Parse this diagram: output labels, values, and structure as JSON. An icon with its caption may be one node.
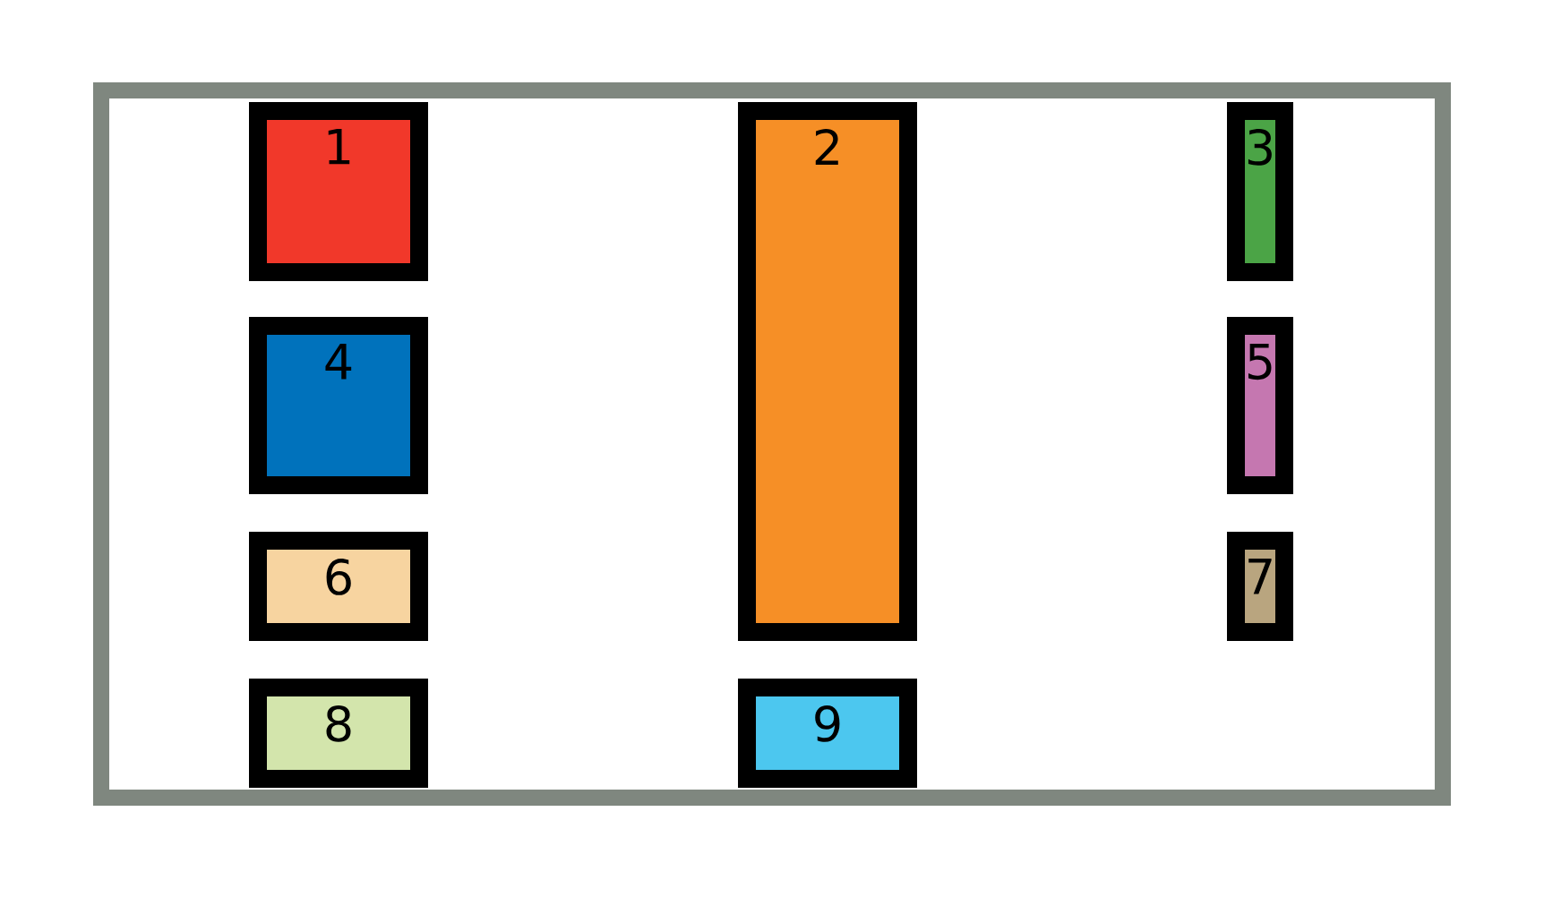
{
  "diagram": {
    "nodes": [
      {
        "text": [],
        "shape": "box"
      },
      {
        "text": [
          "1"
        ],
        "in": 0
      },
      {
        "text": [
          "2"
        ],
        "in": 0
      },
      {
        "text": [
          "3"
        ],
        "in": 0
      },
      {
        "text": [
          "4"
        ],
        "in": 0
      },
      {
        "text": [
          "5"
        ],
        "in": 0
      },
      {
        "text": [
          "6"
        ],
        "in": 0
      },
      {
        "text": [
          "7"
        ],
        "in": 0
      },
      {
        "text": [
          "8"
        ],
        "in": 0
      },
      {
        "text": [
          "9"
        ],
        "in": 0
      }
    ]
  }
}
